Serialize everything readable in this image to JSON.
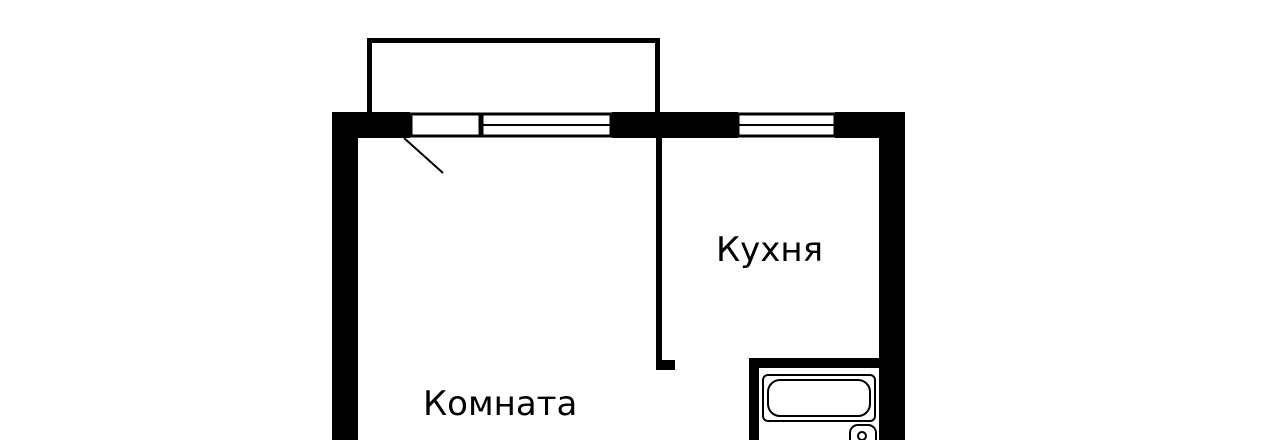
{
  "floor_plan": {
    "rooms": [
      {
        "id": "room",
        "label": "Комната"
      },
      {
        "id": "kitchen",
        "label": "Кухня"
      }
    ],
    "colors": {
      "wall": "#000000",
      "background": "#ffffff"
    },
    "icons": [
      "bathtub-icon",
      "sink-icon",
      "door-swing-icon",
      "window-icon"
    ]
  }
}
